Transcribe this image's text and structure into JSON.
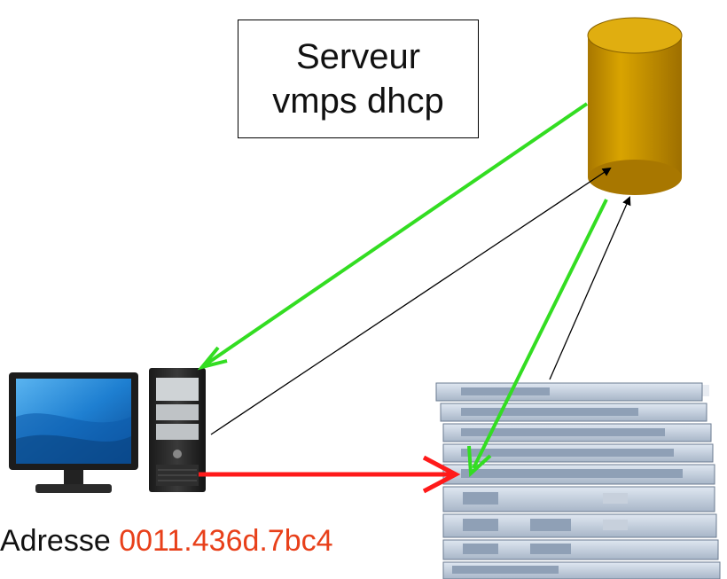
{
  "server_box": {
    "line1": "Serveur",
    "line2": "vmps dhcp"
  },
  "mac_caption": {
    "prefix": "Adresse",
    "address": "0011.436d.7bc4"
  },
  "colors": {
    "dhcp_arrow": "#33dd22",
    "data_arrow": "#ff1a1a",
    "vmps_arrow": "#000000",
    "server_body": "#cc9900",
    "mac_value": "#e8401a"
  }
}
